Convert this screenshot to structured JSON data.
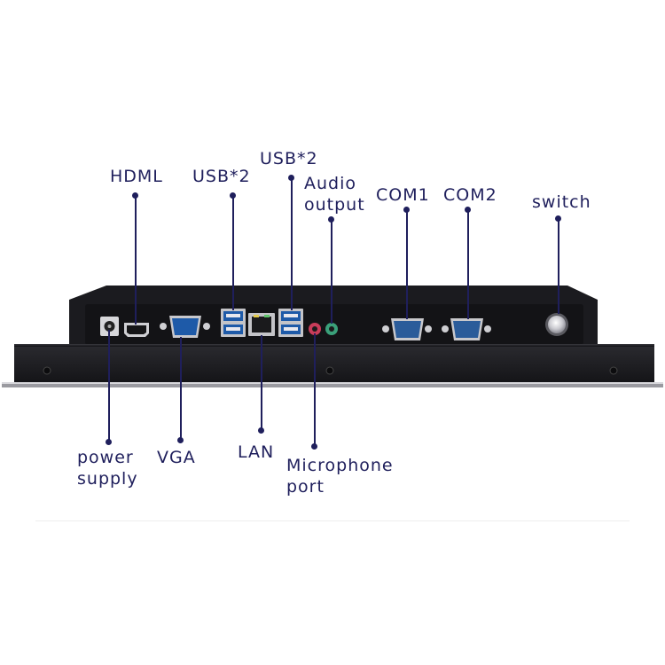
{
  "labels": {
    "hdmi": "HDML",
    "usb_left": "USB*2",
    "usb_right": "USB*2",
    "audio_line1": "Audio",
    "audio_line2": "output",
    "com1": "COM1",
    "com2": "COM2",
    "switch": "switch",
    "power_line1": "power",
    "power_line2": "supply",
    "vga": "VGA",
    "lan": "LAN",
    "mic_line1": "Microphone",
    "mic_line2": "port"
  },
  "colors": {
    "label_text": "#1f1f5c",
    "housing": "#1b1b1f",
    "port_blue": "#1e5aa8",
    "db9_blue": "#2b5c9a",
    "audio_green": "#3aa07a",
    "mic_pink": "#c83c5a"
  }
}
